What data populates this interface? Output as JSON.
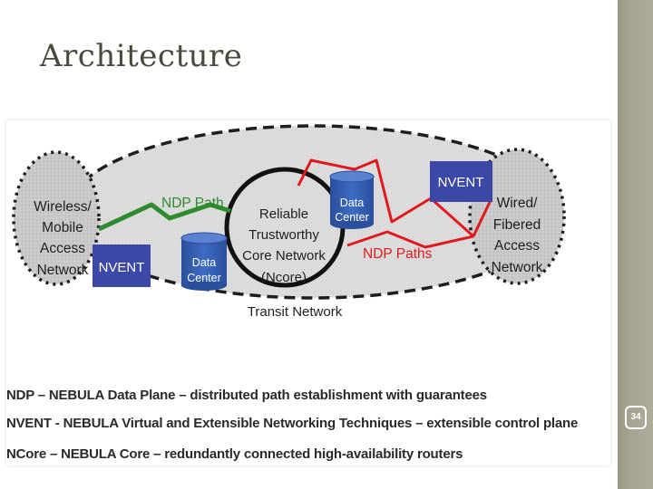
{
  "slide": {
    "title": "Architecture",
    "page_number": "34"
  },
  "diagram": {
    "left_network": [
      "Wireless/",
      "Mobile",
      "Access",
      "Network"
    ],
    "right_network": [
      "Wired/",
      "Fibered",
      "Access",
      "Network"
    ],
    "core": [
      "Reliable",
      "Trustworthy",
      "Core Network",
      "(Ncore)"
    ],
    "transit": "Transit Network",
    "data_center": [
      "Data",
      "Center"
    ],
    "nvent": "NVENT",
    "ndp_path": "NDP Path",
    "ndp_paths": "NDP Paths",
    "colors": {
      "green_path": "#2e8b2e",
      "red_path": "#e0191e",
      "nvent_box": "#3c48a8",
      "cylinder": "#2f57a8",
      "cloud": "#dcdcdc"
    }
  },
  "legend": [
    "NDP – NEBULA Data Plane – distributed path establishment with guarantees",
    "NVENT - NEBULA Virtual and Extensible Networking Techniques – extensible control plane",
    "NCore – NEBULA Core – redundantly connected high-availability routers"
  ]
}
